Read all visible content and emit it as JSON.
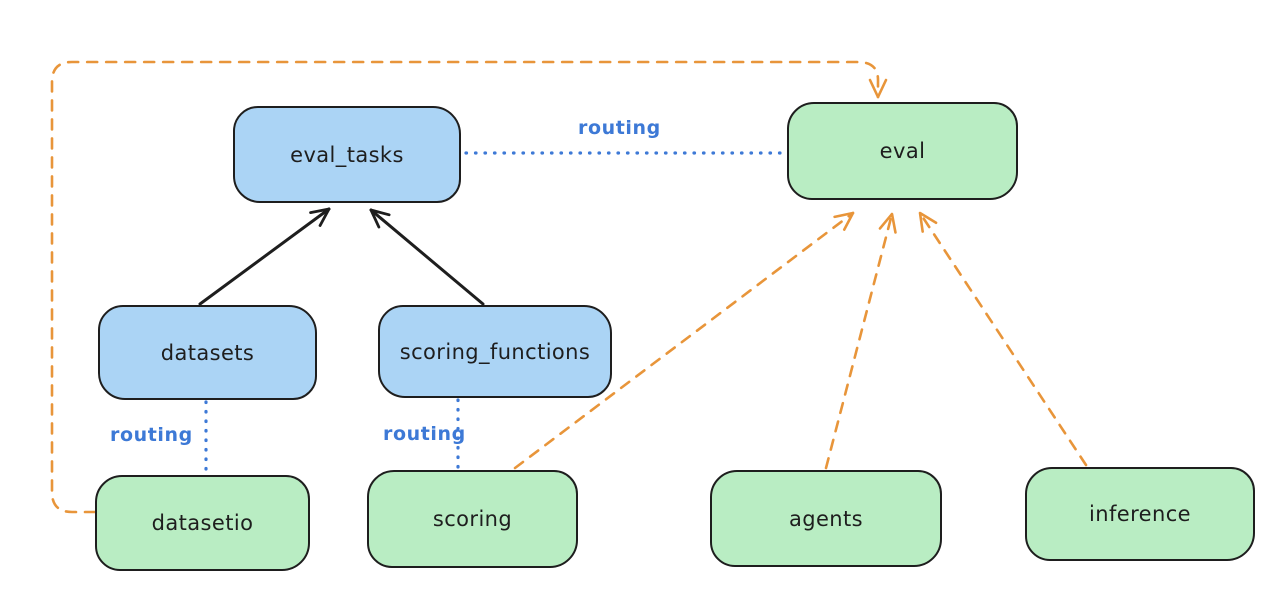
{
  "diagram": {
    "title": "",
    "nodes": [
      {
        "id": "eval_tasks",
        "label": "eval_tasks",
        "kind": "resource",
        "color_role": "blue"
      },
      {
        "id": "eval",
        "label": "eval",
        "kind": "api",
        "color_role": "green"
      },
      {
        "id": "datasets",
        "label": "datasets",
        "kind": "resource",
        "color_role": "blue"
      },
      {
        "id": "scoring_functions",
        "label": "scoring_functions",
        "kind": "resource",
        "color_role": "blue"
      },
      {
        "id": "datasetio",
        "label": "datasetio",
        "kind": "api",
        "color_role": "green"
      },
      {
        "id": "scoring",
        "label": "scoring",
        "kind": "api",
        "color_role": "green"
      },
      {
        "id": "agents",
        "label": "agents",
        "kind": "api",
        "color_role": "green"
      },
      {
        "id": "inference",
        "label": "inference",
        "kind": "api",
        "color_role": "green"
      }
    ],
    "edges": [
      {
        "from": "datasets",
        "to": "eval_tasks",
        "style": "solid",
        "arrow": true,
        "color": "black",
        "label": ""
      },
      {
        "from": "scoring_functions",
        "to": "eval_tasks",
        "style": "solid",
        "arrow": true,
        "color": "black",
        "label": ""
      },
      {
        "from": "eval_tasks",
        "to": "eval",
        "style": "dotted",
        "arrow": false,
        "color": "blue",
        "label": "routing"
      },
      {
        "from": "datasets",
        "to": "datasetio",
        "style": "dotted",
        "arrow": false,
        "color": "blue",
        "label": "routing"
      },
      {
        "from": "scoring_functions",
        "to": "scoring",
        "style": "dotted",
        "arrow": false,
        "color": "blue",
        "label": "routing"
      },
      {
        "from": "datasetio",
        "to": "eval",
        "style": "dashed",
        "arrow": true,
        "color": "orange",
        "label": ""
      },
      {
        "from": "scoring",
        "to": "eval",
        "style": "dashed",
        "arrow": true,
        "color": "orange",
        "label": ""
      },
      {
        "from": "agents",
        "to": "eval",
        "style": "dashed",
        "arrow": true,
        "color": "orange",
        "label": ""
      },
      {
        "from": "inference",
        "to": "eval",
        "style": "dashed",
        "arrow": true,
        "color": "orange",
        "label": ""
      }
    ],
    "colors": {
      "canvas_bg": "#ffffff",
      "node_blue_fill": "#abd4f5",
      "node_green_fill": "#b9edc3",
      "node_stroke": "#1e1e1e",
      "node_text": "#1e1e1e",
      "routing_blue": "#3d79d6",
      "orange": "#e8953a",
      "black_edge": "#1e1e1e"
    }
  }
}
